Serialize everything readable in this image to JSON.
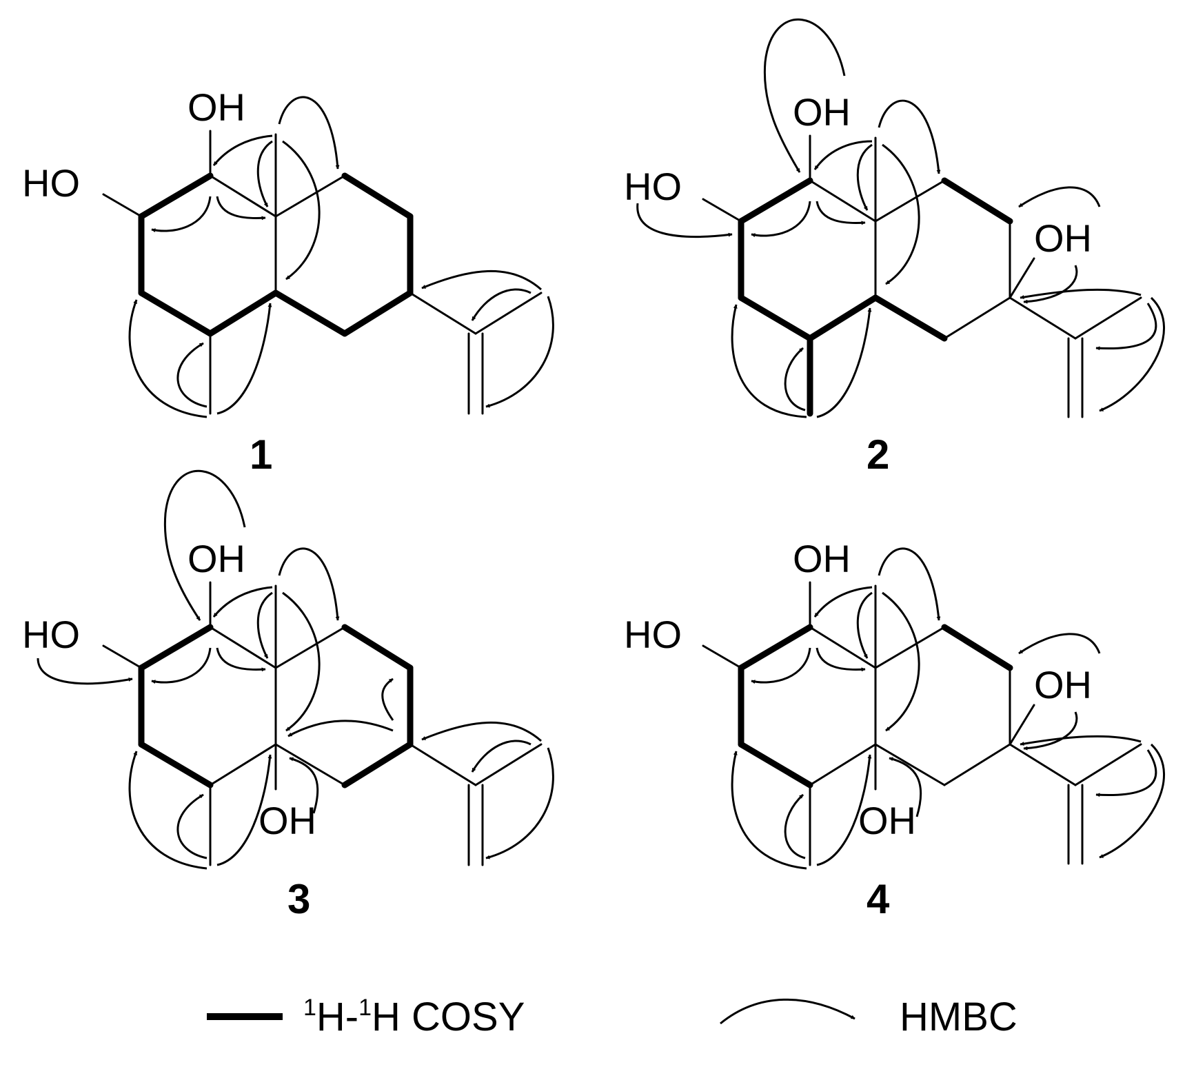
{
  "colors": {
    "ink": "#000000",
    "background": "#ffffff"
  },
  "compounds": [
    {
      "label": "1",
      "labels": {
        "oh_top": "OH",
        "ho_left": "HO"
      }
    },
    {
      "label": "2",
      "labels": {
        "oh_top": "OH",
        "ho_left": "HO",
        "oh_right": "OH"
      }
    },
    {
      "label": "3",
      "labels": {
        "oh_top": "OH",
        "ho_left": "HO",
        "oh_bottom": "OH"
      }
    },
    {
      "label": "4",
      "labels": {
        "oh_top": "OH",
        "ho_left": "HO",
        "oh_right": "OH",
        "oh_bottom": "OH"
      }
    }
  ],
  "legend": {
    "cosy_superscript_1": "1",
    "cosy_h1": "H-",
    "cosy_superscript_2": "1",
    "cosy_h2": "H COSY",
    "hmbc": "HMBC"
  }
}
